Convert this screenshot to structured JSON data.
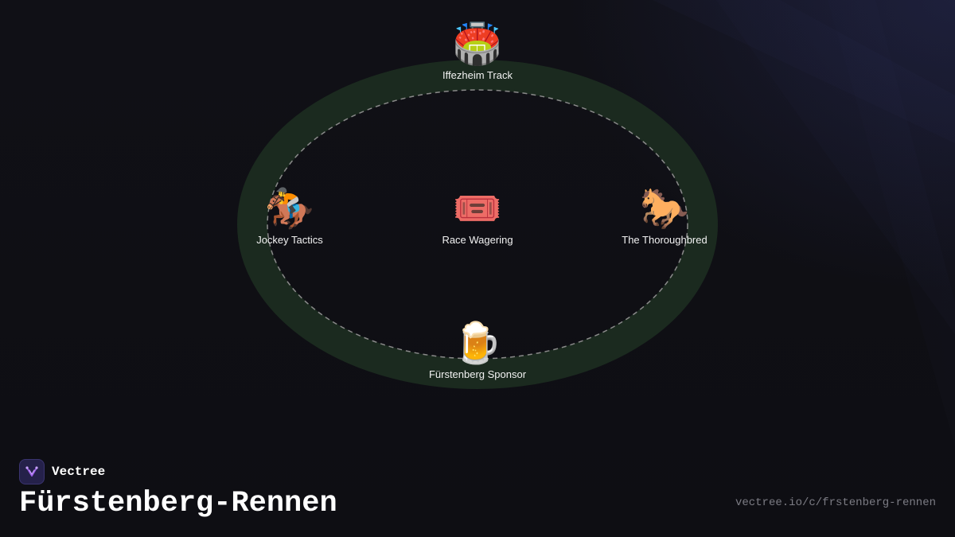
{
  "diagram": {
    "nodes": [
      {
        "id": "top",
        "icon": "stadium-icon",
        "emoji": "🏟️",
        "label": "Iffezheim Track"
      },
      {
        "id": "left",
        "icon": "horse-racing-icon",
        "emoji": "🏇",
        "label": "Jockey Tactics"
      },
      {
        "id": "center",
        "icon": "ticket-icon",
        "emoji": "🎟️",
        "label": "Race Wagering"
      },
      {
        "id": "right",
        "icon": "horse-icon",
        "emoji": "🐎",
        "label": "The Thoroughbred"
      },
      {
        "id": "bottom",
        "icon": "beer-mug-icon",
        "emoji": "🍺",
        "label": "Fürstenberg Sponsor"
      }
    ]
  },
  "brand": {
    "name": "Vectree",
    "icon": "vectree-logo-icon"
  },
  "page": {
    "title": "Fürstenberg-Rennen",
    "url": "vectree.io/c/frstenberg-rennen"
  },
  "colors": {
    "track": "#1b2a1f",
    "track_dash": "#8a8a8a",
    "background": "#0f0f14",
    "logo_bg": "#25214a",
    "logo_accent": "#9b5de5"
  }
}
